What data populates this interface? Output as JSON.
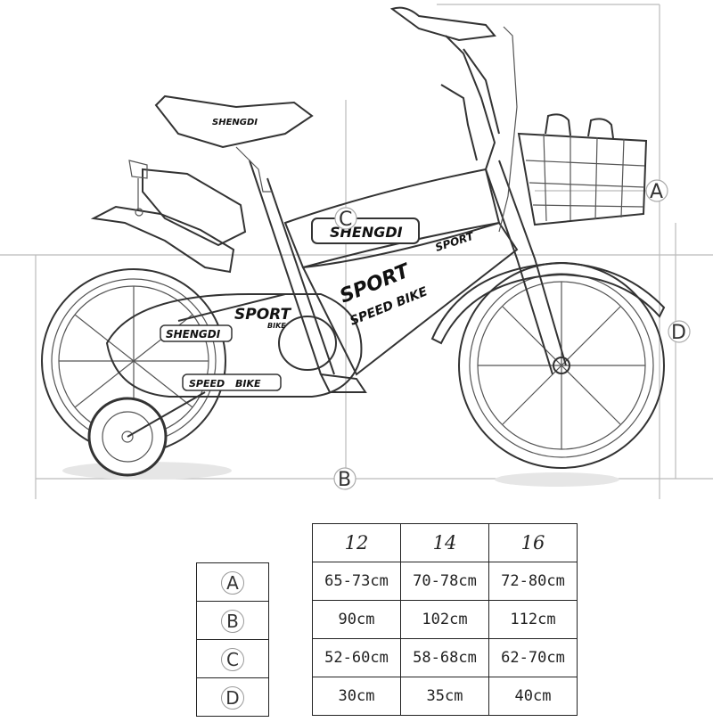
{
  "dimension_labels": {
    "a": "A",
    "b": "B",
    "c": "C",
    "d": "D"
  },
  "frame_decals": {
    "brand_top": "SHENGDI",
    "sport_small": "SPORT",
    "sport_big": "SPORT",
    "speed_bike_top": "SPEED BIKE",
    "shengdi_chain": "SHENGDI",
    "sport_chain": "SPORT",
    "bike_small": "BIKE",
    "speed": "SPEED",
    "bike": "BIKE",
    "seat_brand": "SHENGDI"
  },
  "size_table": {
    "headers": [
      "12",
      "14",
      "16"
    ],
    "rows": [
      {
        "label": "A",
        "values": [
          "65-73cm",
          "70-78cm",
          "72-80cm"
        ]
      },
      {
        "label": "B",
        "values": [
          "90cm",
          "102cm",
          "112cm"
        ]
      },
      {
        "label": "C",
        "values": [
          "52-60cm",
          "58-68cm",
          "62-70cm"
        ]
      },
      {
        "label": "D",
        "values": [
          "30cm",
          "35cm",
          "40cm"
        ]
      }
    ]
  }
}
